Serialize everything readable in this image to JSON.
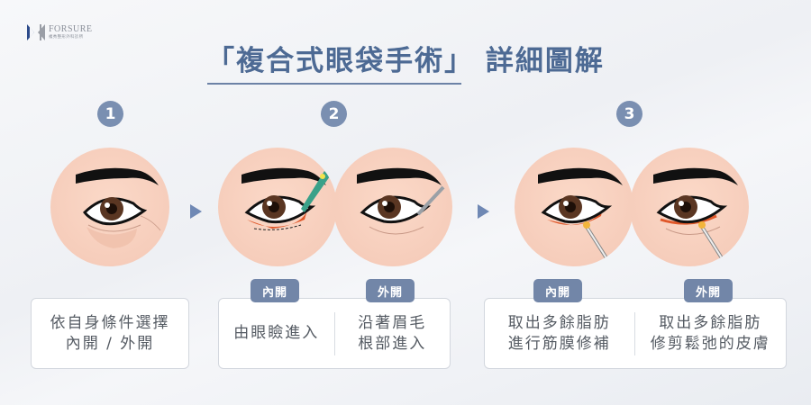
{
  "logo": {
    "name": "FORSURE",
    "subtitle": "複秀整形外科診所"
  },
  "title": {
    "open_quote": "「",
    "main": "複合式眼袋手術",
    "close_quote": "」",
    "suffix": " 詳細圖解"
  },
  "steps": [
    {
      "number": "1",
      "illustration": "eye-with-bags",
      "description": [
        "依自身條件選擇",
        "內開 / 外開"
      ]
    },
    {
      "number": "2",
      "options": [
        {
          "badge": "內開",
          "illustration": "inner-incision-eyelid",
          "description": [
            "由眼瞼進入"
          ]
        },
        {
          "badge": "外開",
          "illustration": "outer-incision-lashline",
          "description": [
            "沿著眉毛",
            "根部進入"
          ]
        }
      ]
    },
    {
      "number": "3",
      "options": [
        {
          "badge": "內開",
          "illustration": "fat-removal-inner",
          "description": [
            "取出多餘脂肪",
            "進行筋膜修補"
          ]
        },
        {
          "badge": "外開",
          "illustration": "fat-removal-outer",
          "description": [
            "取出多餘脂肪",
            "修剪鬆弛的皮膚"
          ]
        }
      ]
    }
  ],
  "colors": {
    "accent": "#4d6a94",
    "badge": "#7286a8",
    "step_circle": "#7a8fb1",
    "arrow": "#6f88b4",
    "skin": "#f6cdbb",
    "incision": "#e0582a",
    "text": "#555b63"
  }
}
